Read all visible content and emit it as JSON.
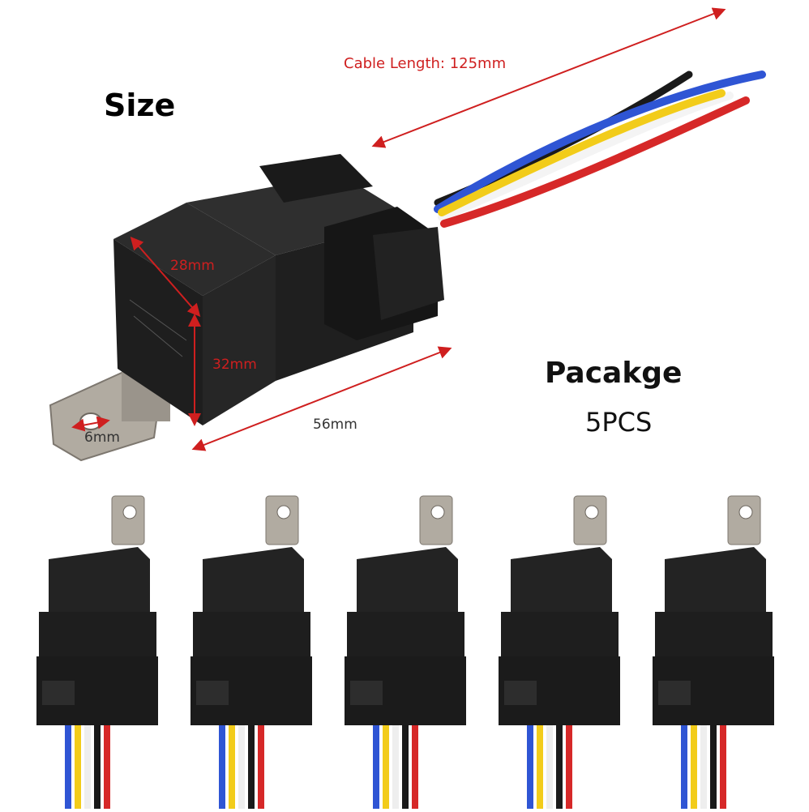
{
  "headings": {
    "size": "Size",
    "package": "Pacakge",
    "count": "5PCS"
  },
  "dimensions": {
    "cable_length": "Cable Length: 125mm",
    "width": "28mm",
    "height": "32mm",
    "length": "56mm",
    "hole": "6mm"
  },
  "colors": {
    "relay_body": "#1c1c1c",
    "relay_shade": "#2a2a2a",
    "bracket": "#a9a39a",
    "dimension_line": "#cf1f1f",
    "wire_black": "#1a1a1a",
    "wire_blue": "#2f55d4",
    "wire_yellow": "#f2cc1a",
    "wire_white": "#f4f4f4",
    "wire_red": "#d62828"
  },
  "relay_count": 5
}
